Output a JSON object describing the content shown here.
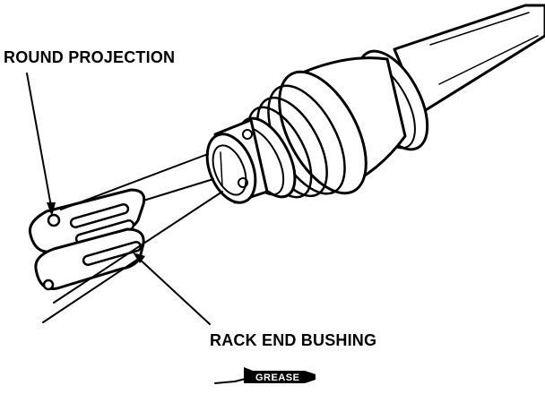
{
  "labels": {
    "round_projection": "ROUND PROJECTION",
    "rack_end_bushing": "RACK END BUSHING",
    "grease": "GREASE"
  }
}
